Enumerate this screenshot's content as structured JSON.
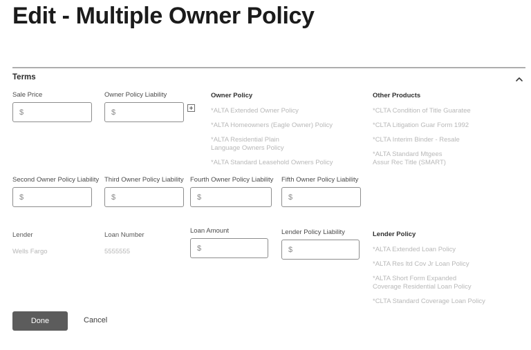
{
  "page": {
    "title": "Edit - Multiple Owner Policy"
  },
  "section": {
    "title": "Terms",
    "collapse_icon": "chevron-up-icon"
  },
  "fields": {
    "sale_price": {
      "label": "Sale Price",
      "value": "",
      "placeholder": "$"
    },
    "owner_policy_liability": {
      "label": "Owner Policy Liability",
      "value": "",
      "placeholder": "$",
      "adder_icon": "plus-icon"
    },
    "second_owner_policy_liability": {
      "label": "Second Owner Policy Liability",
      "value": "",
      "placeholder": "$"
    },
    "third_owner_policy_liability": {
      "label": "Third Owner Policy Liability",
      "value": "",
      "placeholder": "$"
    },
    "fourth_owner_policy_liability": {
      "label": "Fourth Owner Policy Liability",
      "value": "",
      "placeholder": "$"
    },
    "fifth_owner_policy_liability": {
      "label": "Fifth Owner Policy Liability",
      "value": "",
      "placeholder": "$"
    },
    "loan_amount": {
      "label": "Loan Amount",
      "value": "",
      "placeholder": "$"
    },
    "lender_policy_liability": {
      "label": "Lender Policy Liability",
      "value": "",
      "placeholder": "$"
    }
  },
  "static_fields": {
    "lender": {
      "label": "Lender",
      "value": "Wells Fargo"
    },
    "loan_number": {
      "label": "Loan Number",
      "value": "5555555"
    }
  },
  "owner_policy": {
    "title": "Owner Policy",
    "items": [
      "*ALTA Extended Owner Policy",
      "*ALTA Homeowners (Eagle Owner) Policy",
      "*ALTA Residential Plain Language Owners Policy",
      "*ALTA Standard Leasehold Owners Policy"
    ]
  },
  "other_products": {
    "title": "Other Products",
    "items": [
      "*CLTA Condition of Title Guaratee",
      "*CLTA Litigation Guar Form 1992",
      "*CLTA Interim Binder - Resale",
      "*ALTA Standard Mtgees Assur Rec Title (SMART)"
    ]
  },
  "lender_policy": {
    "title": "Lender Policy",
    "items": [
      "*ALTA Extended Loan Policy",
      "*ALTA Res ltd Cov Jr Loan Policy",
      "*ALTA Short Form Expanded Coverage Residential Loan Policy",
      "*CLTA Standard Coverage Loan Policy"
    ]
  },
  "footer": {
    "done_label": "Done",
    "cancel_label": "Cancel"
  },
  "colors": {
    "button_primary": "#5c5c5c",
    "divider": "#adadad",
    "field_border": "#8c8c8c",
    "muted_text": "#b8b8b8"
  }
}
